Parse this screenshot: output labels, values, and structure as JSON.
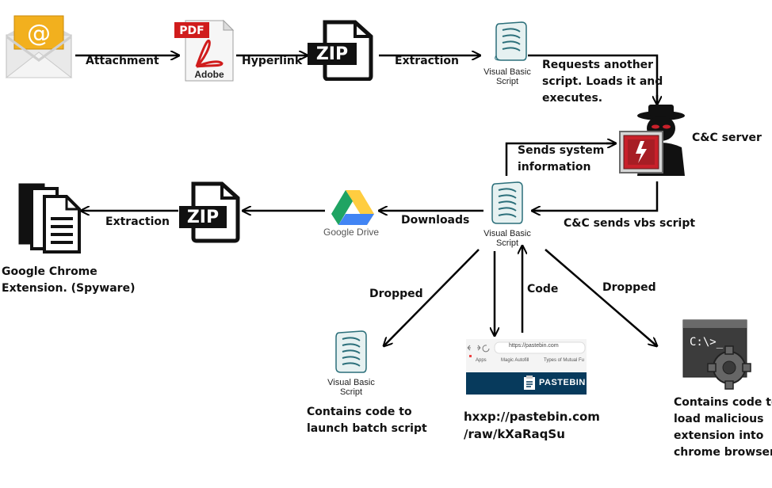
{
  "labels": {
    "attachment": "Attachment",
    "hyperlink": "Hyperlink",
    "extraction_top": "Extraction",
    "requests": [
      "Requests another",
      "script. Loads it and",
      "executes."
    ],
    "cnc_server": "C&C server",
    "sends_system": [
      "Sends system",
      "information"
    ],
    "cnc_sends": "C&C sends vbs script",
    "downloads": "Downloads",
    "extraction_left": "Extraction",
    "chrome_ext": [
      "Google Chrome",
      "Extension. (Spyware)"
    ],
    "dropped_left": "Dropped",
    "code": "Code",
    "dropped_right": "Dropped",
    "batch": [
      "Contains code to",
      "launch batch script"
    ],
    "pastebin_url": [
      "hxxp://pastebin.com",
      "/raw/kXaRaqSu"
    ],
    "load_ext": [
      "Contains code to",
      "load malicious",
      "extension into",
      "chrome browser"
    ]
  },
  "icons": {
    "pdf_text": "PDF",
    "adobe_text": "Adobe",
    "zip_text": "ZIP",
    "vbs_caption": [
      "Visual Basic",
      "Script"
    ],
    "google_drive": "Google Drive",
    "email_symbol": "@",
    "cmd_prompt": "C:\\>_"
  },
  "pastebin_shot": {
    "url": "https://pastebin.com",
    "bookmarks": [
      "Apps",
      "Magic Autofill",
      "Types of Mutual Fu"
    ],
    "brand": "PASTEBIN"
  },
  "colors": {
    "pdf_red": "#d01c1c",
    "envelope_gold": "#f2b01e",
    "pastebin_navy": "#073a5c",
    "drive_green": "#1fa463",
    "drive_yellow": "#ffcd40",
    "drive_blue": "#4285f4",
    "hacker_red": "#c8202a"
  }
}
